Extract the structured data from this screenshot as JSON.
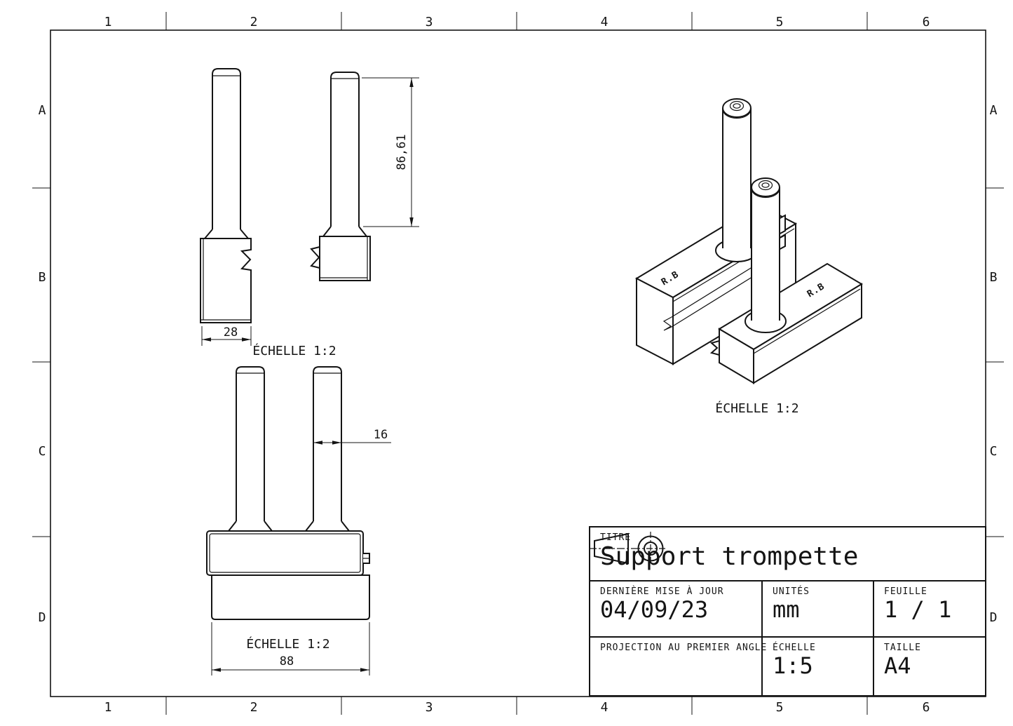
{
  "sheet": {
    "background": "#ffffff",
    "line_color": "#141414",
    "grid": {
      "columns": [
        "1",
        "2",
        "3",
        "4",
        "5",
        "6"
      ],
      "rows": [
        "A",
        "B",
        "C",
        "D"
      ]
    }
  },
  "views": {
    "side": {
      "scale_label": "ÉCHELLE 1:2",
      "dim_width": "28"
    },
    "front": {
      "dim_height": "86,61"
    },
    "assembly": {
      "scale_label": "ÉCHELLE 1:2",
      "dim_diameter": "16",
      "dim_length": "88"
    },
    "isometric": {
      "scale_label": "ÉCHELLE 1:2",
      "marking": "R.B"
    }
  },
  "title_block": {
    "title_label": "TITRE",
    "title": "Support trompette",
    "updated_label": "DERNIÈRE MISE À JOUR",
    "updated": "04/09/23",
    "units_label": "UNITÉS",
    "units": "mm",
    "sheet_label": "FEUILLE",
    "sheet": "1 / 1",
    "projection_label": "PROJECTION AU PREMIER ANGLE",
    "scale_label": "ÉCHELLE",
    "scale": "1:5",
    "size_label": "TAILLE",
    "size": "A4"
  }
}
